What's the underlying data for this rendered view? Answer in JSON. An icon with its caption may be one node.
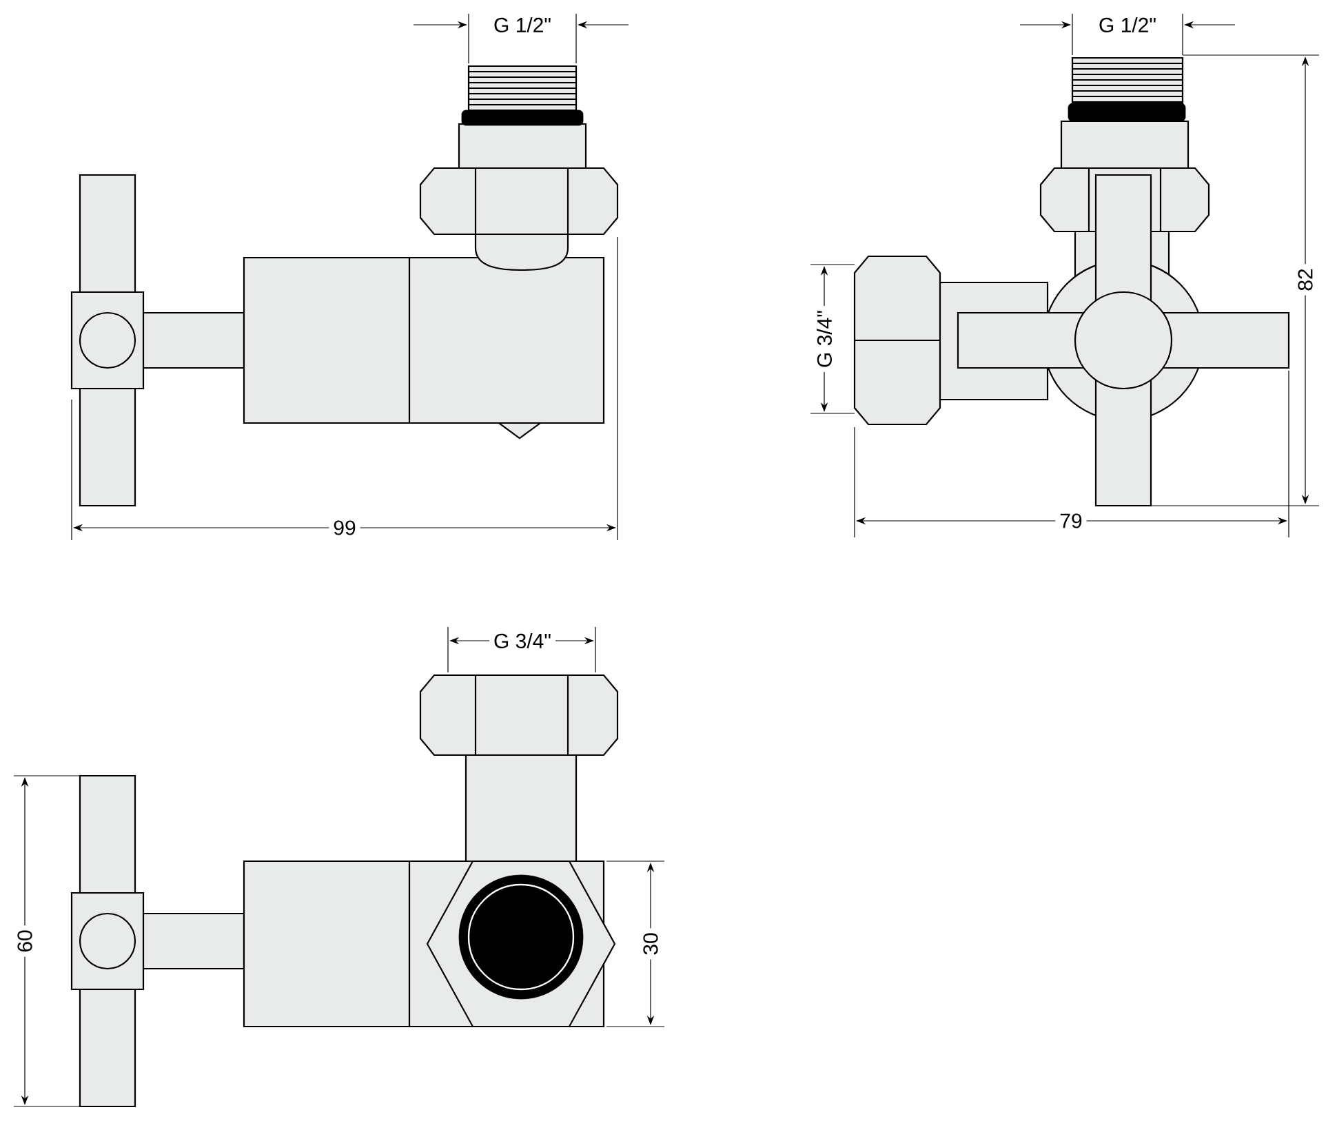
{
  "diagram": {
    "labels": [
      "G 1/2\"",
      "G 1/2\"",
      "82",
      "G 3/4\"",
      "99",
      "79",
      "G 3/4\"",
      "60",
      "30"
    ]
  }
}
